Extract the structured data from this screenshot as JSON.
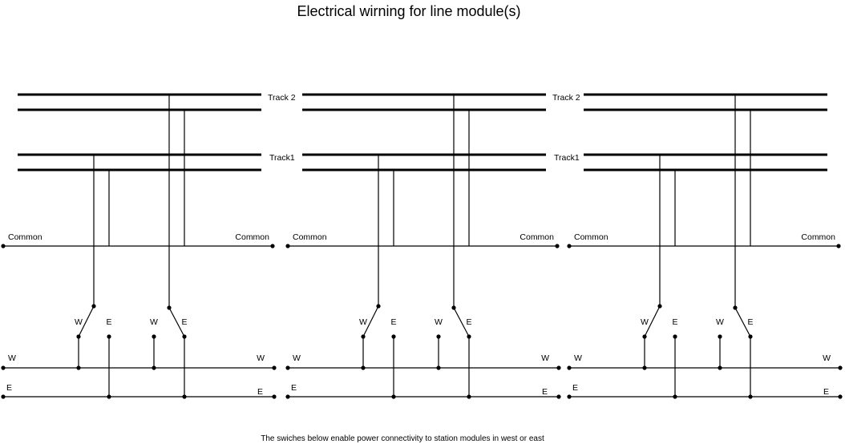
{
  "title": "Electrical wirning for line module(s)",
  "caption": "The swiches below enable power connectivity to station modules in west or east",
  "labels": {
    "track2": "Track 2",
    "track1": "Track1",
    "common": "Common",
    "west": "W",
    "east": "E"
  },
  "modules": [
    {
      "id": "module-1",
      "show_track_labels": true
    },
    {
      "id": "module-2",
      "show_track_labels": true
    },
    {
      "id": "module-3",
      "show_track_labels": false
    }
  ],
  "colors": {
    "line": "#000000",
    "background": "#ffffff"
  }
}
